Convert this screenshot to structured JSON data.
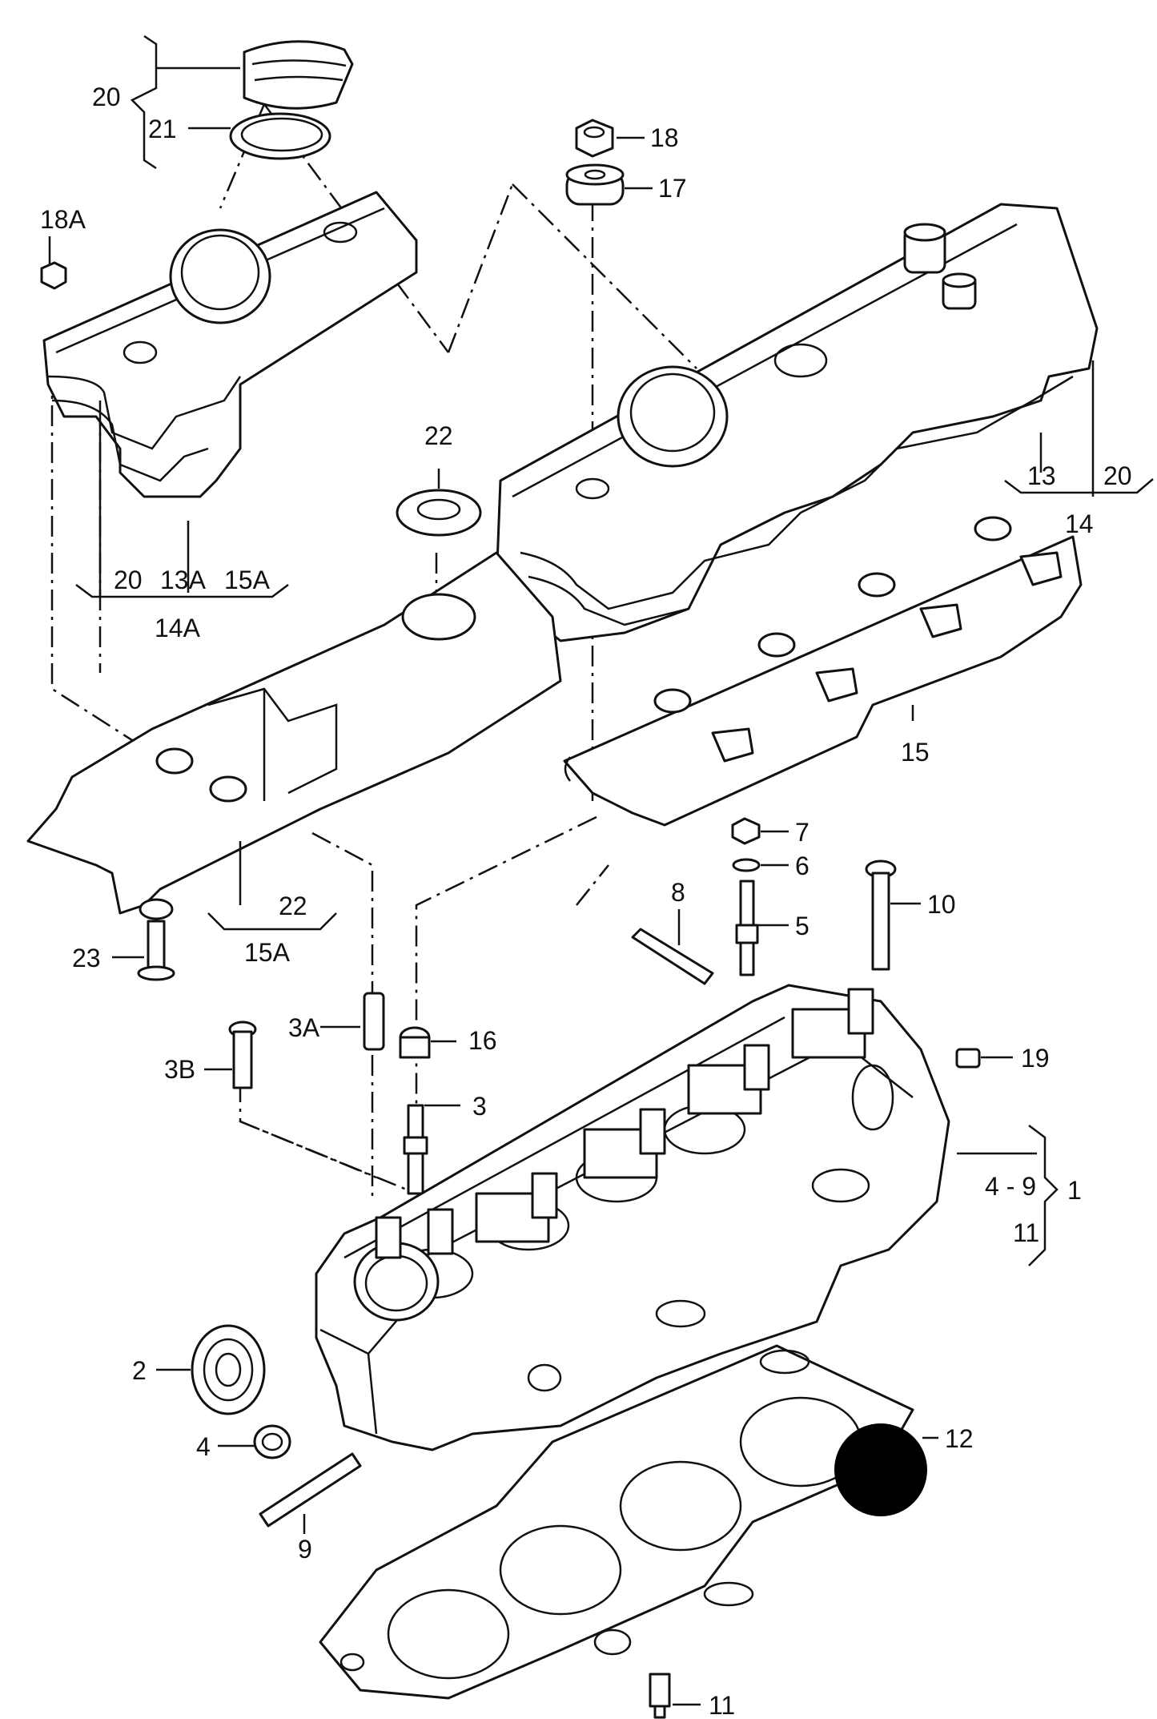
{
  "callouts": {
    "c20_top": "20",
    "c21": "21",
    "c18": "18",
    "c17": "17",
    "c18A": "18A",
    "c22_top": "22",
    "c20_left": "20",
    "c13A": "13A",
    "c15A_top": "15A",
    "c14A": "14A",
    "c13": "13",
    "c20_right": "20",
    "c14": "14",
    "c15": "15",
    "c7": "7",
    "c6": "6",
    "c8": "8",
    "c5": "5",
    "c10": "10",
    "c22_low": "22",
    "c15A_low": "15A",
    "c23": "23",
    "c3A": "3A",
    "c16": "16",
    "c3B": "3B",
    "c3": "3",
    "c19": "19",
    "c4_9": "4 - 9",
    "c1": "1",
    "c11_right": "11",
    "c2": "2",
    "c4": "4",
    "c12": "12",
    "c9": "9",
    "c11_bottom": "11"
  },
  "colors": {
    "ink": "#111111",
    "paper": "#ffffff",
    "marker": "#000000"
  }
}
